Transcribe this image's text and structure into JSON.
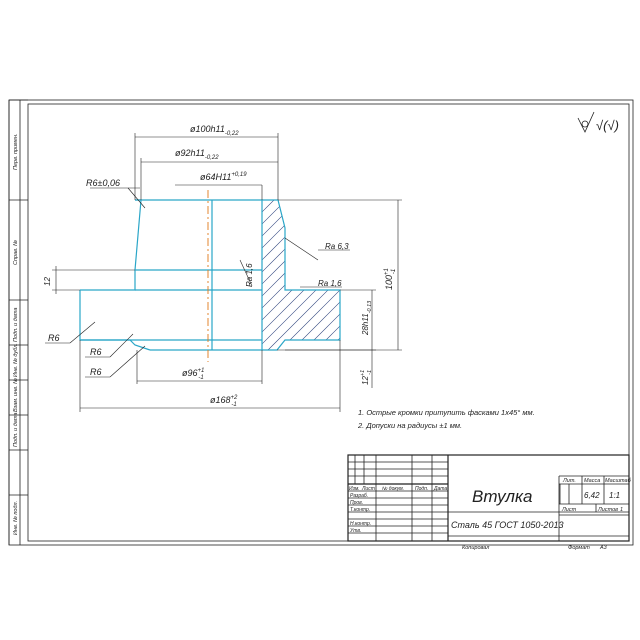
{
  "drawing": {
    "title": "Втулка",
    "material": "Сталь 45 ГОСТ 1050-2013",
    "roughness_symbol": "√(√)",
    "notes": [
      "1. Острые кромки притупить фасками 1х45° мм.",
      "2. Допуски на радиусы ±1 мм."
    ],
    "dimensions": {
      "d100": "ø100h11",
      "d100_tol": "-0,22",
      "d92": "ø92h11",
      "d92_tol": "-0,22",
      "d64": "ø64H11",
      "d64_tol": "+0,19",
      "d96": "ø96",
      "d96_tol_up": "+1",
      "d96_tol_low": "-1",
      "d168": "ø168",
      "d168_tol_up": "+2",
      "d168_tol_low": "-1",
      "l100": "100",
      "l100_tol_up": "+1",
      "l100_tol_low": "-1",
      "l28": "28h11",
      "l28_tol": "-0,13",
      "l12": "12",
      "l12b": "12",
      "l12b_tol_up": "+1",
      "l12b_tol_low": "-1",
      "r6_1": "R6",
      "r6_2": "R6",
      "r6_3": "R6",
      "r6_tol": "R6±0,06",
      "ra63": "Ra 6,3",
      "ra16a": "Ra 1,6",
      "ra16b": "Ra 1,6"
    },
    "side_stamps": [
      "Перв. примен.",
      "Справ. №",
      "Подп. и дата",
      "Инв. № дубл.",
      "Взам. инв. №",
      "Подп. и дата",
      "Инв. № подл."
    ],
    "title_block": {
      "rows_labels": [
        "Изм.",
        "Лист",
        "№ докум.",
        "Подп.",
        "Дата"
      ],
      "people": [
        "Разраб.",
        "Пров.",
        "Т.контр.",
        "Н.контр.",
        "Утв."
      ],
      "lit": "Лит.",
      "mass": "Масса",
      "scale": "Масштаб",
      "mass_value": "6,42",
      "scale_value": "1:1",
      "sheet": "Лист",
      "sheets": "Листов",
      "sheets_value": "1",
      "copied": "Копировал",
      "format": "Формат",
      "format_value": "А3"
    }
  }
}
